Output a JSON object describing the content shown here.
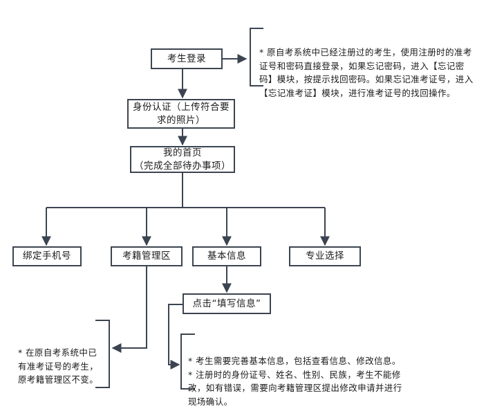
{
  "diagram": {
    "title": "自考报名流程图",
    "colors": {
      "box_border": "#3b4450",
      "line": "#3b4450",
      "text": "#1b1b1b",
      "background": "#ffffff"
    },
    "nodes": [
      {
        "id": "login",
        "label": "考生登录"
      },
      {
        "id": "idauth",
        "label": "身份认证（上传符合要\n求的照片）"
      },
      {
        "id": "home",
        "label": "我的首页\n（完成全部待办事项）"
      },
      {
        "id": "bindphone",
        "label": "绑定手机号"
      },
      {
        "id": "archive",
        "label": "考籍管理区"
      },
      {
        "id": "basic",
        "label": "基本信息"
      },
      {
        "id": "major",
        "label": "专业选择"
      },
      {
        "id": "fillinfo",
        "label": "点击“填写信息”"
      }
    ],
    "notes": [
      {
        "id": "note-login",
        "text": "* 原自考系统中已经注册过的考生，使用注册时的准考\n证号和密码直接登录，如果忘记密码，进入【忘记密\n码】模块，按提示找回密码。如果忘记准考证号，进入\n【忘记准考证】模块，进行准考证号的找回操作。"
      },
      {
        "id": "note-archive",
        "text": "* 在原自考系统中已\n有准考证号的考生，\n原考籍管理区不变。"
      },
      {
        "id": "note-basic",
        "text": "* 考生需要完善基本信息，包括查看信息、修改信息。\n* 注册时的身份证号、姓名、性别、民族，考生不能修\n改，如有错误，需要向考籍管理区提出修改申请并进行\n现场确认。"
      }
    ]
  }
}
